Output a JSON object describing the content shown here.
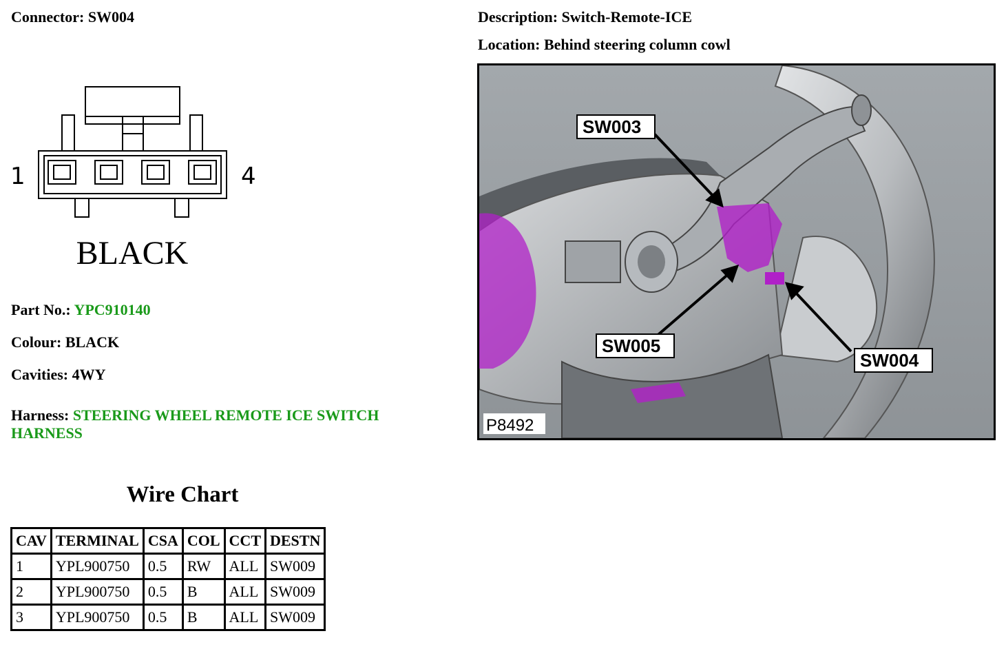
{
  "connector": {
    "label": "Connector:",
    "value": "SW004"
  },
  "diagram": {
    "pin_first": "1",
    "pin_last": "4",
    "colour_caption": "BLACK"
  },
  "part_no": {
    "label": "Part No.:",
    "value": "YPC910140"
  },
  "colour": {
    "label": "Colour:",
    "value": "BLACK"
  },
  "cavities": {
    "label": "Cavities:",
    "value": "4WY"
  },
  "harness": {
    "label": "Harness:",
    "value": "STEERING WHEEL REMOTE ICE SWITCH HARNESS"
  },
  "wire_chart": {
    "title": "Wire Chart",
    "headers": [
      "CAV",
      "TERMINAL",
      "CSA",
      "COL",
      "CCT",
      "DESTN"
    ],
    "rows": [
      [
        "1",
        "YPL900750",
        "0.5",
        "RW",
        "ALL",
        "SW009"
      ],
      [
        "2",
        "YPL900750",
        "0.5",
        "B",
        "ALL",
        "SW009"
      ],
      [
        "3",
        "YPL900750",
        "0.5",
        "B",
        "ALL",
        "SW009"
      ]
    ]
  },
  "description": {
    "label": "Description:",
    "value": "Switch-Remote-ICE"
  },
  "location": {
    "label": "Location:",
    "value": "Behind steering column cowl"
  },
  "figure": {
    "callouts": [
      "SW003",
      "SW005",
      "SW004"
    ],
    "figure_id": "P8492"
  },
  "colors": {
    "link_green": "#1a9a1a",
    "highlight_magenta": "#b020c8"
  }
}
